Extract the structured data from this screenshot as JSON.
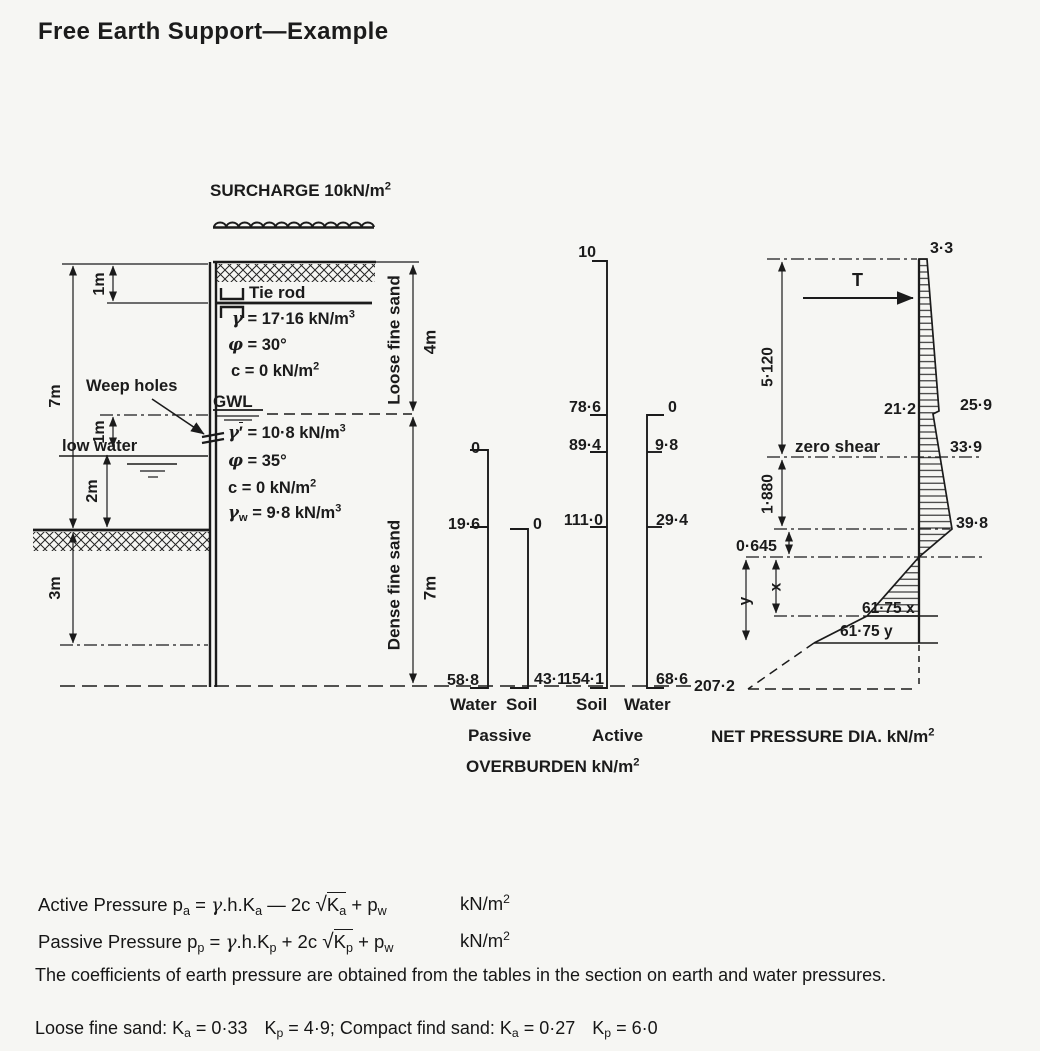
{
  "title": "Free Earth Support—Example",
  "wall": {
    "surcharge": [
      {
        "t": "SURCHARGE 10kN/m"
      },
      {
        "t": "2",
        "s": "sup"
      }
    ],
    "tie_rod": "Tie rod",
    "gwl": "GWL",
    "weep_holes": "Weep holes",
    "low_water": "low water",
    "dims": {
      "top_1m": "1m",
      "left_7m": "7m",
      "gwl_1m": "1m",
      "mid_2m": "2m",
      "toe_3m": "3m"
    },
    "layers": {
      "upper_name": "Loose fine sand",
      "upper_depth": "4m",
      "lower_name": "Dense fine sand",
      "lower_depth": "7m"
    },
    "upper_soil": {
      "gamma": [
        {
          "t": "γ",
          "s": "it"
        },
        {
          "t": " = 17·16 kN/m"
        },
        {
          "t": "3",
          "s": "sup"
        }
      ],
      "phi": [
        {
          "t": "φ",
          "s": "it"
        },
        {
          "t": " = 30°"
        }
      ],
      "c": [
        {
          "t": "c = 0 kN/m"
        },
        {
          "t": "2",
          "s": "sup"
        }
      ]
    },
    "lower_soil": {
      "gamma": [
        {
          "t": "γ",
          "s": "it"
        },
        {
          "t": "′",
          "s": "ov"
        },
        {
          "t": " = 10·8 kN/m"
        },
        {
          "t": "3",
          "s": "sup"
        }
      ],
      "phi": [
        {
          "t": "φ",
          "s": "it"
        },
        {
          "t": " = 35°"
        }
      ],
      "c": [
        {
          "t": "c = 0 kN/m"
        },
        {
          "t": "2",
          "s": "sup"
        }
      ],
      "gamma_w": [
        {
          "t": "γ",
          "s": "it"
        },
        {
          "t": "w",
          "s": "sub"
        },
        {
          "t": " = 9·8 kN/m"
        },
        {
          "t": "3",
          "s": "sup"
        }
      ]
    }
  },
  "overburden": {
    "heading": [
      {
        "t": "OVERBURDEN kN/m"
      },
      {
        "t": "2",
        "s": "sup"
      }
    ],
    "columns": [
      "Water",
      "Soil",
      "Soil",
      "Water"
    ],
    "groups": [
      "Passive",
      "Active"
    ],
    "water_passive": [
      "0",
      "19·6",
      "58·8"
    ],
    "soil_passive": [
      "0",
      "43·1"
    ],
    "soil_active": [
      "10",
      "78·6",
      "89·4",
      "111·0",
      "154·1"
    ],
    "water_active": [
      "0",
      "9·8",
      "29·4",
      "68·6"
    ]
  },
  "net": {
    "heading": [
      {
        "t": "NET PRESSURE DIA. kN/m"
      },
      {
        "t": "2",
        "s": "sup"
      }
    ],
    "tie_force": "T",
    "zero_shear": "zero shear",
    "top_value": "3·3",
    "gwl_left": "21·2",
    "gwl_right": "25·9",
    "zero_shear_value": "33·9",
    "max_value": "39·8",
    "x_pressure": "61·75 x",
    "y_pressure": "61·75 y",
    "toe_value": "207·2",
    "dim_5120": "5·120",
    "dim_1880": "1·880",
    "dim_0645": "0·645",
    "dim_x": "x",
    "dim_y": "y"
  },
  "equations": {
    "active": [
      {
        "t": "Active Pressure p"
      },
      {
        "t": "a",
        "s": "sub"
      },
      {
        "t": " = "
      },
      {
        "t": "γ",
        "s": "it"
      },
      {
        "t": ".h.K"
      },
      {
        "t": "a",
        "s": "sub"
      },
      {
        "t": " — 2c "
      },
      {
        "t": "√",
        "s": "rt"
      },
      {
        "s": "ov",
        "seg": [
          {
            "t": "K"
          },
          {
            "t": "a",
            "s": "subov"
          }
        ]
      },
      {
        "t": " + p"
      },
      {
        "t": "w",
        "s": "sub"
      }
    ],
    "active_unit": [
      {
        "t": "kN/m"
      },
      {
        "t": "2",
        "s": "sup"
      }
    ],
    "passive": [
      {
        "t": "Passive Pressure p"
      },
      {
        "t": "p",
        "s": "sub"
      },
      {
        "t": " = "
      },
      {
        "t": "γ",
        "s": "it"
      },
      {
        "t": ".h.K"
      },
      {
        "t": "p",
        "s": "sub"
      },
      {
        "t": " + 2c "
      },
      {
        "t": "√",
        "s": "rt"
      },
      {
        "s": "ov",
        "seg": [
          {
            "t": "K"
          },
          {
            "t": "p",
            "s": "subov"
          }
        ]
      },
      {
        "t": " + p"
      },
      {
        "t": "w",
        "s": "sub"
      }
    ],
    "passive_unit": [
      {
        "t": "kN/m"
      },
      {
        "t": "2",
        "s": "sup"
      }
    ]
  },
  "notes": {
    "para": "The coefficients of earth pressure are obtained from the tables in the section on earth and water pressures.",
    "coefficients": [
      {
        "t": "Loose fine sand: K"
      },
      {
        "t": "a",
        "s": "sub"
      },
      {
        "t": " = 0·33"
      },
      {
        "t": "",
        "s": "gap"
      },
      {
        "t": "K"
      },
      {
        "t": "p",
        "s": "sub"
      },
      {
        "t": " = 4·9; Compact find sand: K"
      },
      {
        "t": "a",
        "s": "sub"
      },
      {
        "t": " = 0·27"
      },
      {
        "t": "",
        "s": "gap"
      },
      {
        "t": "K"
      },
      {
        "t": "p",
        "s": "sub"
      },
      {
        "t": " = 6·0"
      }
    ]
  }
}
